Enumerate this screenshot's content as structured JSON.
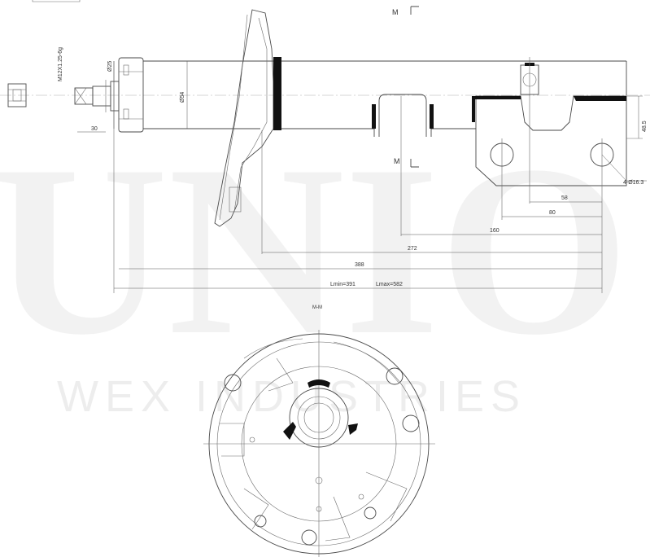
{
  "watermark": {
    "brand": "UNIO",
    "company": "WEX INDUSTRIES"
  },
  "labels": {
    "thread": "M12X1.25-6g",
    "rod_diameter": "Ø25",
    "tube_diameter": "Ø54",
    "hex_offset": "30",
    "section_mark_top": "M",
    "section_mark_bottom": "M",
    "section_title": "M-M",
    "hole_spec": "4-Ø16.3",
    "bracket_height": "48.5",
    "dim_58": "58",
    "dim_80": "80",
    "dim_160": "160",
    "dim_272": "272",
    "dim_388": "388",
    "lmin": "Lmin=391",
    "lmax": "Lmax=582"
  }
}
